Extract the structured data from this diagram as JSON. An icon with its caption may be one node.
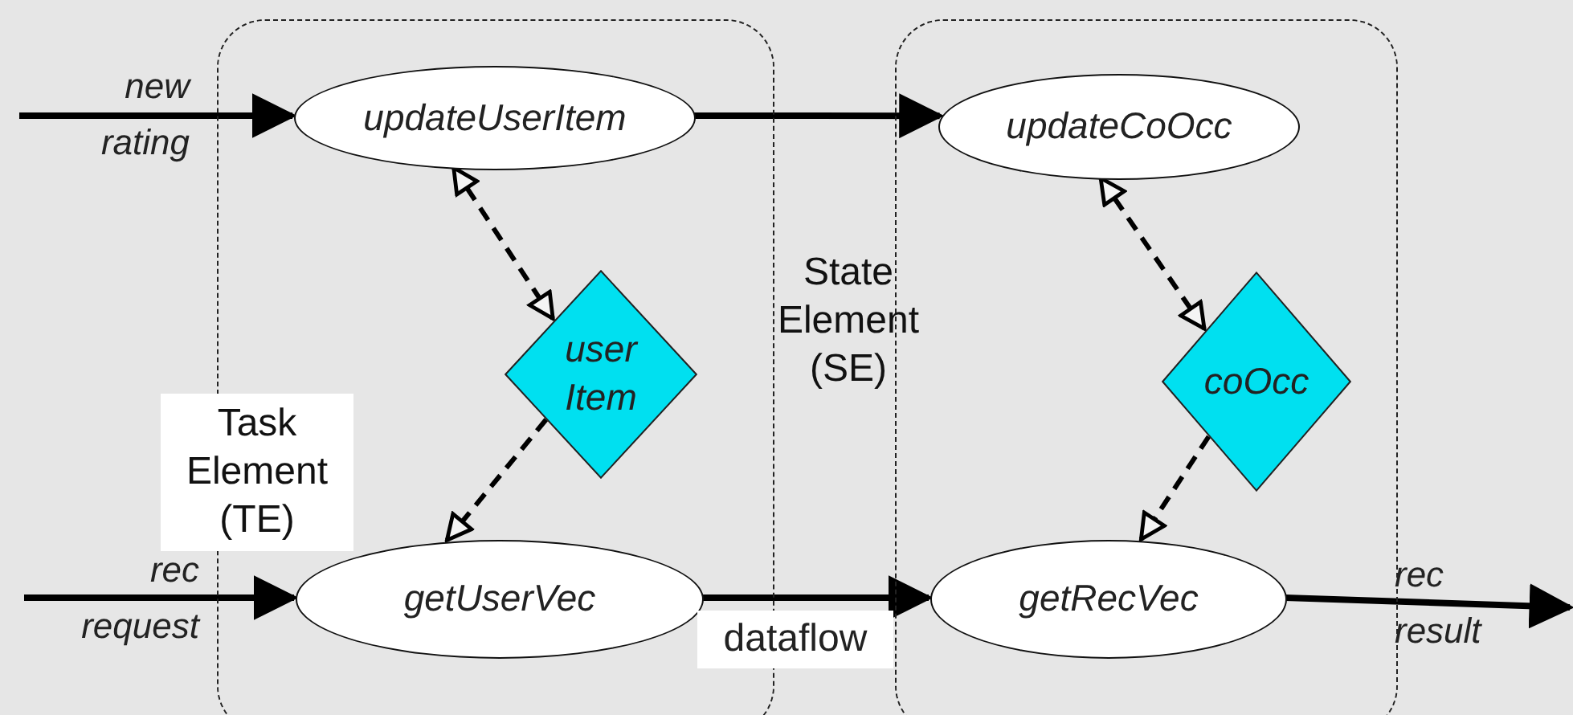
{
  "diagram": {
    "nodes": [
      {
        "text": [],
        "shape": "box"
      },
      {
        "text": [
          "updateUserItem"
        ],
        "in": 0
      },
      {
        "text": [
          "user Item"
        ],
        "in": 0
      },
      {
        "text": [
          "getUserVec"
        ],
        "in": 0
      },
      {
        "text": [],
        "shape": "box"
      },
      {
        "text": [
          "updateCoOcc"
        ],
        "in": 4
      },
      {
        "text": [
          "coOcc"
        ],
        "in": 4
      },
      {
        "text": [
          "getRecVec"
        ],
        "in": 4
      }
    ],
    "edges": [
      {
        "from": null,
        "to": 1,
        "arrow": "to",
        "label": "new rating"
      },
      {
        "from": 1,
        "to": 5,
        "arrow": "to"
      },
      {
        "from": 1,
        "to": 2,
        "arrow": "both",
        "style": "dashed"
      },
      {
        "from": 2,
        "to": 3,
        "arrow": "to",
        "style": "dashed"
      },
      {
        "from": 5,
        "to": 6,
        "arrow": "both",
        "style": "dashed"
      },
      {
        "from": 6,
        "to": 7,
        "arrow": "to",
        "style": "dashed"
      },
      {
        "from": null,
        "to": 3,
        "arrow": "to",
        "label": "rec request"
      },
      {
        "from": 3,
        "to": 7,
        "arrow": "to",
        "label": "dataflow"
      },
      {
        "from": 7,
        "to": null,
        "arrow": "to",
        "label": "rec result"
      }
    ],
    "labels": [
      "State Element (SE)",
      "Task Element (TE)"
    ]
  }
}
